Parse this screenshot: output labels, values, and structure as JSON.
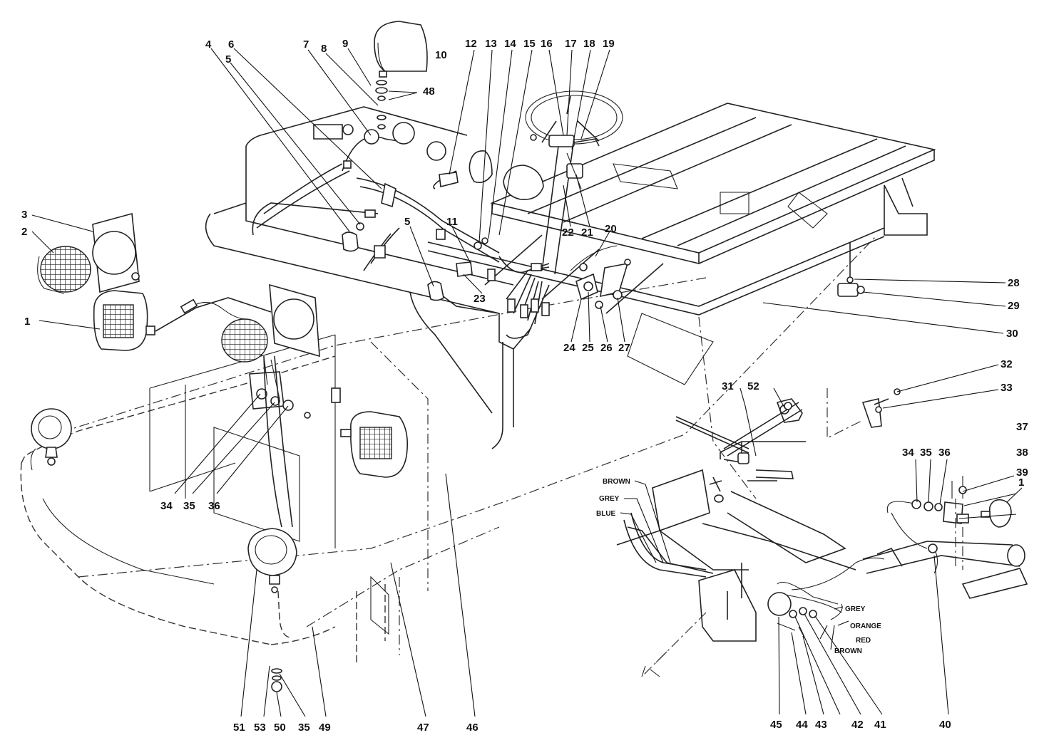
{
  "callouts": [
    {
      "id": "c1a",
      "text": "1"
    },
    {
      "id": "c2",
      "text": "2"
    },
    {
      "id": "c3",
      "text": "3"
    },
    {
      "id": "c4",
      "text": "4"
    },
    {
      "id": "c5a",
      "text": "5"
    },
    {
      "id": "c6",
      "text": "6"
    },
    {
      "id": "c7",
      "text": "7"
    },
    {
      "id": "c8",
      "text": "8"
    },
    {
      "id": "c9",
      "text": "9"
    },
    {
      "id": "c10",
      "text": "10"
    },
    {
      "id": "c48",
      "text": "48"
    },
    {
      "id": "c12",
      "text": "12"
    },
    {
      "id": "c13",
      "text": "13"
    },
    {
      "id": "c14",
      "text": "14"
    },
    {
      "id": "c15",
      "text": "15"
    },
    {
      "id": "c16",
      "text": "16"
    },
    {
      "id": "c17",
      "text": "17"
    },
    {
      "id": "c18",
      "text": "18"
    },
    {
      "id": "c19",
      "text": "19"
    },
    {
      "id": "c22",
      "text": "22"
    },
    {
      "id": "c21",
      "text": "21"
    },
    {
      "id": "c20",
      "text": "20"
    },
    {
      "id": "c5b",
      "text": "5"
    },
    {
      "id": "c11",
      "text": "11"
    },
    {
      "id": "c23",
      "text": "23"
    },
    {
      "id": "c24",
      "text": "24"
    },
    {
      "id": "c25",
      "text": "25"
    },
    {
      "id": "c26",
      "text": "26"
    },
    {
      "id": "c27",
      "text": "27"
    },
    {
      "id": "c28",
      "text": "28"
    },
    {
      "id": "c29",
      "text": "29"
    },
    {
      "id": "c30",
      "text": "30"
    },
    {
      "id": "c31",
      "text": "31"
    },
    {
      "id": "c52",
      "text": "52"
    },
    {
      "id": "c32",
      "text": "32"
    },
    {
      "id": "c33",
      "text": "33"
    },
    {
      "id": "c37",
      "text": "37"
    },
    {
      "id": "c34b",
      "text": "34"
    },
    {
      "id": "c35b",
      "text": "35"
    },
    {
      "id": "c36b",
      "text": "36"
    },
    {
      "id": "c38",
      "text": "38"
    },
    {
      "id": "c39",
      "text": "39"
    },
    {
      "id": "c1b",
      "text": "1"
    },
    {
      "id": "c34a",
      "text": "34"
    },
    {
      "id": "c35a",
      "text": "35"
    },
    {
      "id": "c36a",
      "text": "36"
    },
    {
      "id": "c40",
      "text": "40"
    },
    {
      "id": "c41",
      "text": "41"
    },
    {
      "id": "c42",
      "text": "42"
    },
    {
      "id": "c43",
      "text": "43"
    },
    {
      "id": "c44",
      "text": "44"
    },
    {
      "id": "c45",
      "text": "45"
    },
    {
      "id": "c46",
      "text": "46"
    },
    {
      "id": "c47",
      "text": "47"
    },
    {
      "id": "c49",
      "text": "49"
    },
    {
      "id": "c35c",
      "text": "35"
    },
    {
      "id": "c50",
      "text": "50"
    },
    {
      "id": "c53",
      "text": "53"
    },
    {
      "id": "c51",
      "text": "51"
    }
  ],
  "wire_labels": [
    {
      "id": "w1",
      "text": "BROWN"
    },
    {
      "id": "w2",
      "text": "GREY"
    },
    {
      "id": "w3",
      "text": "BLUE"
    },
    {
      "id": "w4",
      "text": "GREY"
    },
    {
      "id": "w5",
      "text": "ORANGE"
    },
    {
      "id": "w6",
      "text": "RED"
    },
    {
      "id": "w7",
      "text": "BROWN"
    }
  ]
}
